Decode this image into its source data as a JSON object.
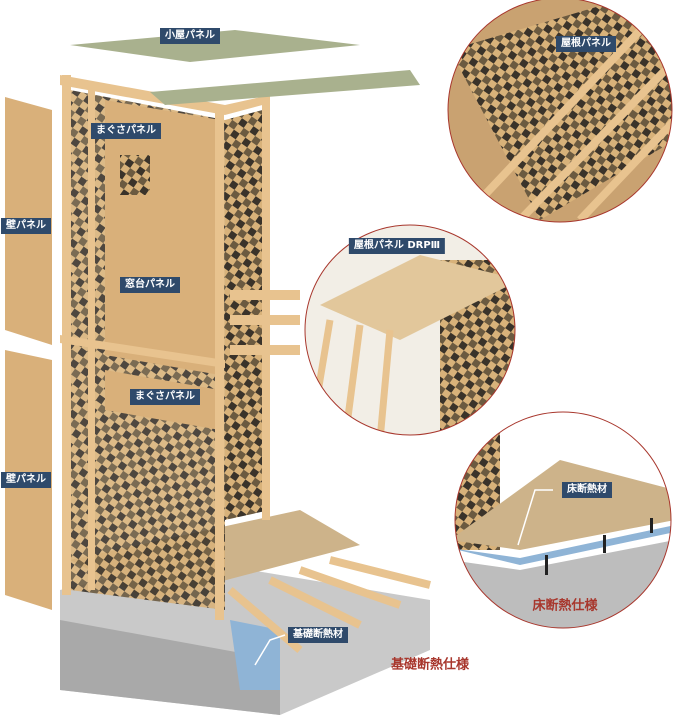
{
  "labels": {
    "attic_panel": "小屋パネル",
    "roof_panel": "屋根パネル",
    "lintel_panel_upper": "まぐさパネル",
    "wall_panel_upper": "壁パネル",
    "sill_panel": "窓台パネル",
    "roof_panel_drp": "屋根パネル DRPⅢ",
    "lintel_panel_lower": "まぐさパネル",
    "wall_panel_lower": "壁パネル",
    "floor_insulation": "床断熱材",
    "foundation_insulation": "基礎断熱材"
  },
  "captions": {
    "floor_insulation_spec": "床断熱仕様",
    "foundation_insulation_spec": "基礎断熱仕様"
  },
  "colors": {
    "label_bg": "#2f4a6b",
    "caption": "#a8372d",
    "wood": "#e8c38f",
    "panel": "#d9b07a",
    "insulation": "#8fb4d6"
  }
}
